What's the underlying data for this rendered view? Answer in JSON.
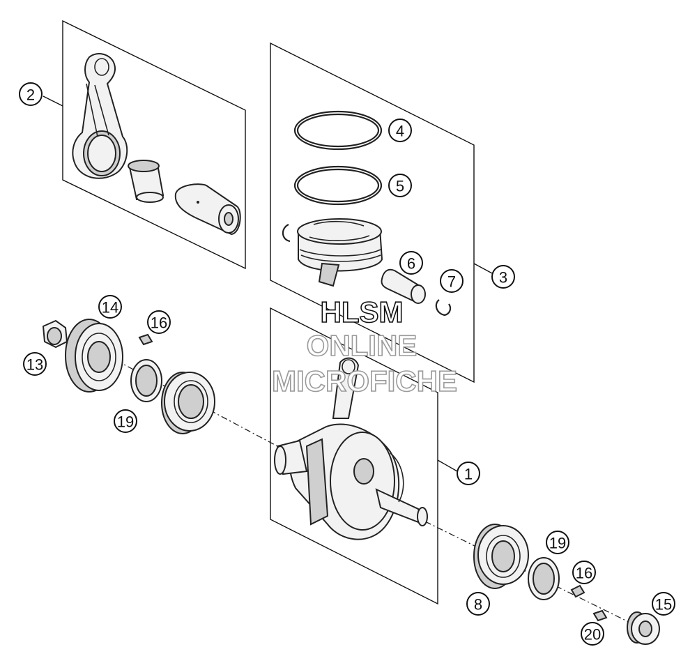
{
  "callouts": [
    {
      "id": "c1",
      "label": "1"
    },
    {
      "id": "c2",
      "label": "2"
    },
    {
      "id": "c3",
      "label": "3"
    },
    {
      "id": "c4",
      "label": "4"
    },
    {
      "id": "c5",
      "label": "5"
    },
    {
      "id": "c6",
      "label": "6"
    },
    {
      "id": "c7",
      "label": "7"
    },
    {
      "id": "c8",
      "label": "8"
    },
    {
      "id": "c13",
      "label": "13"
    },
    {
      "id": "c14",
      "label": "14"
    },
    {
      "id": "c15",
      "label": "15"
    },
    {
      "id": "c16a",
      "label": "16"
    },
    {
      "id": "c16b",
      "label": "16"
    },
    {
      "id": "c19a",
      "label": "19"
    },
    {
      "id": "c19b",
      "label": "19"
    },
    {
      "id": "c20",
      "label": "20"
    }
  ],
  "watermark": {
    "line1": "HLSM",
    "line2": "ONLINE",
    "line3": "MICROFICHE"
  },
  "colors": {
    "line": "#111111",
    "watermark_stroke": "#9a9a9a",
    "background": "#ffffff"
  }
}
